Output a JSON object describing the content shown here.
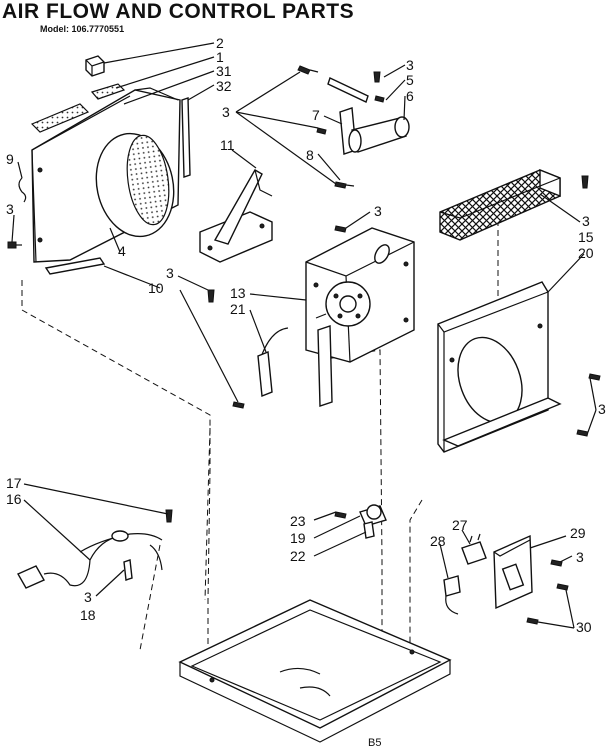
{
  "header": {
    "title": "AIR FLOW AND CONTROL PARTS",
    "model_label": "Model:",
    "model_number": "106.7770551"
  },
  "page_code": "B5",
  "callouts": {
    "c2": "2",
    "c1": "1",
    "c31": "31",
    "c32": "32",
    "c3a": "3",
    "c5": "5",
    "c6": "6",
    "c3b": "3",
    "c7": "7",
    "c8": "8",
    "c9": "9",
    "c3c": "3",
    "c11": "11",
    "c3d": "3",
    "c15": "15",
    "c20": "20",
    "c3e": "3",
    "c4": "4",
    "c3f": "3",
    "c10": "10",
    "c13": "13",
    "c21": "21",
    "c3g": "3",
    "c17": "17",
    "c16": "16",
    "c23": "23",
    "c19": "19",
    "c22": "22",
    "c27": "27",
    "c28": "28",
    "c29": "29",
    "c3h": "3",
    "c3i": "3",
    "c18": "18",
    "c30": "30"
  }
}
